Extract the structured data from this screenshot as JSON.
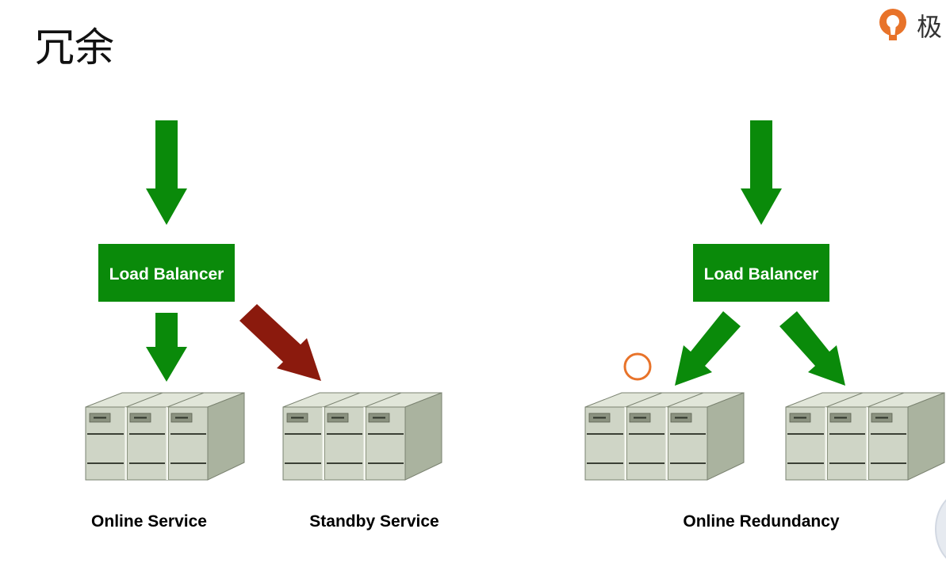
{
  "slide": {
    "title": "冗余"
  },
  "logo": {
    "text": "极",
    "icon": "geektime-logo-icon",
    "color": "#e8732a"
  },
  "colors": {
    "green": "#0a8a0a",
    "red": "#8b1a0d",
    "server_front": "#cbd2c2",
    "server_side": "#a9b39e",
    "marker": "#e8732a"
  },
  "left_diagram": {
    "load_balancer": "Load Balancer",
    "online_caption": "Online Service",
    "standby_caption": "Standby Service"
  },
  "right_diagram": {
    "load_balancer": "Load Balancer",
    "caption": "Online Redundancy"
  }
}
